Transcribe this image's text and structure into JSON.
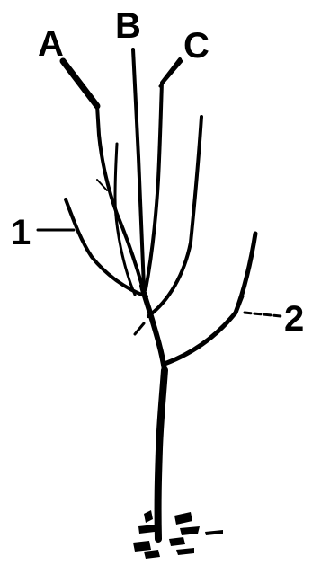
{
  "labels": {
    "a": "A",
    "b": "B",
    "c": "C",
    "one": "1",
    "two": "2"
  },
  "colors": {
    "ink": "#000000",
    "background": "#ffffff"
  }
}
